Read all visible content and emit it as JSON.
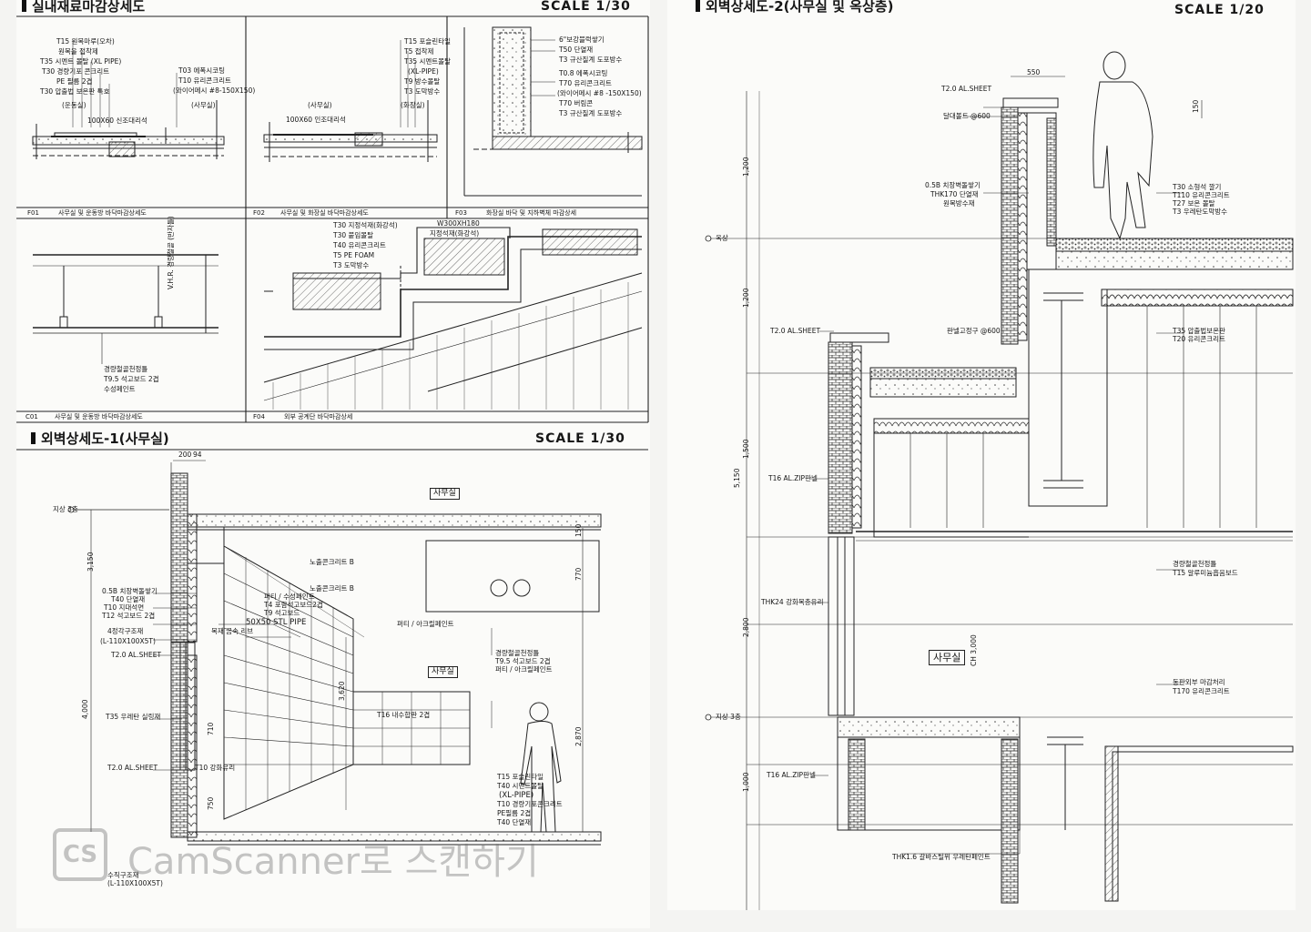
{
  "sheet": {
    "panel_a": {
      "title": "실내재료마감상세도",
      "scale": "SCALE 1/30",
      "details": [
        {
          "code": "F01",
          "caption": "사무실 및 운동방 바닥마감상세도"
        },
        {
          "code": "F02",
          "caption": "사무실 및 화장실 바닥마감상세도"
        },
        {
          "code": "F03",
          "caption": "화장실 바닥 및 지하벽체 마감상세"
        },
        {
          "code": "C01",
          "caption": "사무실 및 운동방 바닥마감상세도"
        },
        {
          "code": "F04",
          "caption": "외부 공계단 바닥마감상세"
        }
      ],
      "labels": {
        "f01_room_left": "(운동실)",
        "f01_room_right": "(사무실)",
        "f01_wood": "100X60 신조대리석",
        "f01_notes": [
          "T15 원목마루(오차)",
          "원목을 접착제",
          "T35 시멘트 몰탈 (XL PIPE)",
          "T30 경량기포 콘크리트",
          "PE 필름 2겹",
          "T30 압출법 보온판 특호"
        ],
        "f01_notes_right": [
          "T03 에폭시코팅",
          "T10 유리콘크리트",
          "(와이어메시 #8-150X150)"
        ],
        "f02_room_left": "(사무실)",
        "f02_room_right": "(화장실)",
        "f02_wood": "100X60 인조대리석",
        "f02_notes": [
          "T15 포슬린타일",
          "T5 접착제",
          "T35 시멘트몰탈",
          "(XL-PIPE)",
          "T9 방수몰탈",
          "T3 도막방수"
        ],
        "f03_notes": [
          "6\"보강블럭쌓기",
          "T50 단열재",
          "T3 규산질계 도포방수",
          "T0.8 에폭시코팅",
          "T70 유리콘크리트",
          "(와이어메시 #8 -150X150)",
          "T70 버림콘",
          "T3 규산질계 도포방수"
        ],
        "c01_notes": [
          "경량철골천정틀",
          "T9.5 석고보드 2겹",
          "수성페인트"
        ],
        "c01_side": "V.H.R. 경량철골 (반자틀)",
        "f04_notes": [
          "T30 지정석재(화강석)",
          "T30 붙임몰탈",
          "T40 유리콘크리트",
          "T5 PE FOAM",
          "T3 도막방수"
        ],
        "f04_step": "W300XH180",
        "f04_step2": "지정석재(화강석)"
      }
    },
    "panel_b": {
      "title": "외벽상세도-1(사무실)",
      "scale": "SCALE 1/30",
      "room1": "사무실",
      "room2": "사무실",
      "level_top": "지상 3층",
      "labels": [
        "0.5B 치장벽돌쌓기",
        "T40 단열재",
        "T10 지대석면",
        "T12 석고보드 2겹",
        "4정각구조재",
        "(L-110X100X5T)",
        "T2.0 AL.SHEET",
        "T35 우레탄 실링재",
        "T2.0 AL.SHEET",
        "노출콘크리트 B",
        "노출콘크리트 B",
        "퍼티 / 수성페인트",
        "T4 포함석고보드2겹",
        "T9 석고보드",
        "50X50 STL PIPE",
        "퍼티 / 아크릴페인트",
        "목재 금속 리브",
        "경량철골천정틀",
        "T9.5 석고보드 2겹",
        "퍼티 / 아크릴페인트",
        "T16 내수합판 2겹",
        "T10 강화유리",
        "T15 포슬린타일",
        "T40 시멘트몰탈",
        "(XL-PIPE)",
        "T10 경량기포콘크리트",
        "PE필름 2겹",
        "T40 단열재",
        "수직구조재",
        "(L-110X100X5T)"
      ],
      "dims": [
        "200",
        "94",
        "3,150",
        "4,000",
        "2,870",
        "3,620",
        "770",
        "150",
        "710",
        "750"
      ]
    },
    "panel_c": {
      "title": "외벽상세도-2(사무실 및 옥상층)",
      "scale": "SCALE 1/20",
      "room": "사무실",
      "levels": [
        "옥상",
        "지상 3층"
      ],
      "labels": [
        "T2.0 AL.SHEET",
        "달대볼트 @600",
        "0.5B 치장벽돌쌓기",
        "THK170 단열재",
        "원목방수재",
        "T30 소형석 깔기",
        "T110 유리콘크리트",
        "T27 보온 몰탈",
        "T3 우레탄도막방수",
        "T2.0 AL.SHEET",
        "판넬고정구 @600",
        "T35 압출법보온판",
        "T20 유리콘크리트",
        "T16 AL.ZIP판넬",
        "THK24 강화복층유리",
        "경량철골천정틀",
        "T15 알루미늄흡음보드",
        "동판외부 마감처리",
        "T170 유리콘크리트",
        "T16 AL.ZIP판넬",
        "THK1.6 갈바스틸위 우레탄페인트"
      ],
      "dims": [
        "550",
        "150",
        "1,200",
        "1,200",
        "5,150",
        "1,500",
        "2,800",
        "1,000",
        "CH 3,000"
      ]
    }
  },
  "watermark": {
    "badge": "CS",
    "text": "CamScanner로 스캔하기"
  }
}
